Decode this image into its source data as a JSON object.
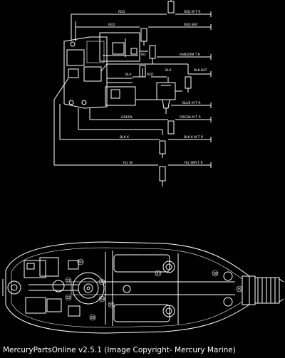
{
  "wiring": {
    "labels": {
      "red_top": "RED",
      "red_motor": "RED M T R",
      "red_mid": "RED",
      "red_bat": "RED BAT",
      "rd_small": "RD",
      "random_mtr": "RANDOM T R",
      "blk": "BLK",
      "red_switch": "RED",
      "blk_bottom": "BLK",
      "blk_bat": "BLK BAT",
      "blue_mtr": "BLUE M T R",
      "green": "GREEN",
      "green_mtr": "GREEN M T R",
      "blk_left": "BLK K",
      "blk_mtr": "BLK K M T R",
      "yel_w": "YEL W",
      "yel_wmtr": "YEL WM T R"
    }
  },
  "assembly": {
    "callouts": [
      "30",
      "31",
      "32",
      "33",
      "34",
      "35",
      "36",
      "37",
      "38",
      "39"
    ]
  },
  "footer": {
    "caption": "MercuryPartsOnline v2.5.1 (Image Copyright- Mercury Marine)"
  }
}
